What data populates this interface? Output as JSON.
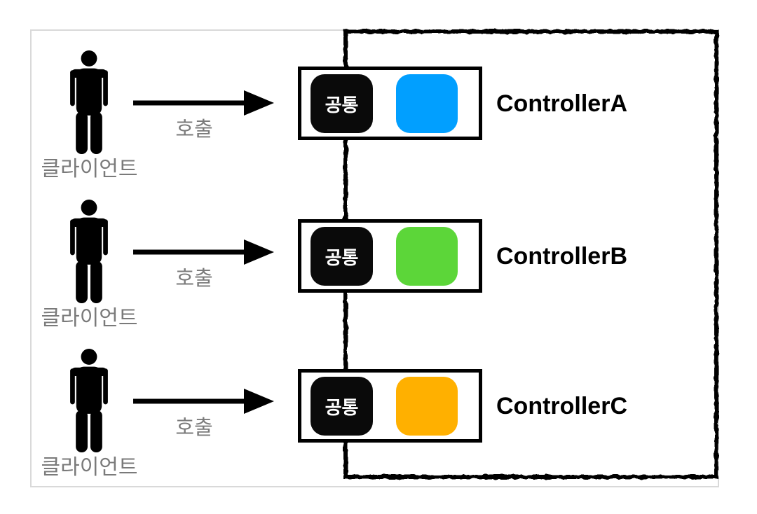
{
  "diagram": {
    "description": "Three clients each call a controller; every controller shares a common (공통) component inside one shared boundary box",
    "boundary_box": {
      "style": "hand-drawn black rectangle",
      "stroke_color": "#000000"
    }
  },
  "colors": {
    "frame_border": "#d9d9d9",
    "muted_text": "#7a7a7a",
    "common_chip_bg": "#0a0a0a",
    "common_chip_text": "#ffffff",
    "controller_a_impl": "#019FFF",
    "controller_b_impl": "#5CD639",
    "controller_c_impl": "#FFB000"
  },
  "icons": {
    "person": "person-icon",
    "arrow": "arrow-right-icon"
  },
  "rows": [
    {
      "client_label": "클라이언트",
      "call_label": "호출",
      "controller": "ControllerA",
      "common_label": "공통",
      "impl_color": "#019FFF"
    },
    {
      "client_label": "클라이언트",
      "call_label": "호출",
      "controller": "ControllerB",
      "common_label": "공통",
      "impl_color": "#5CD639"
    },
    {
      "client_label": "클라이언트",
      "call_label": "호출",
      "controller": "ControllerC",
      "common_label": "공통",
      "impl_color": "#FFB000"
    }
  ]
}
